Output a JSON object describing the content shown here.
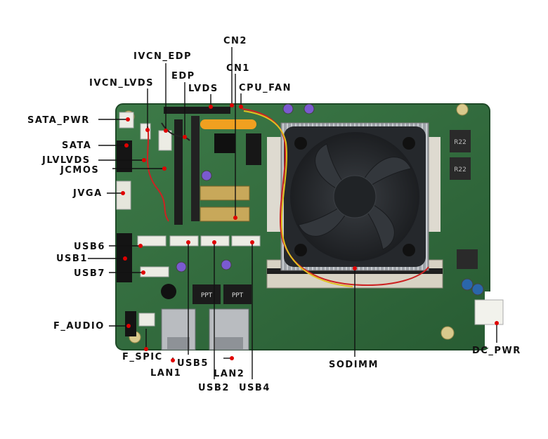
{
  "labels": {
    "cn2": "CN2",
    "ivcn_edp": "IVCN_EDP",
    "cn1": "CN1",
    "edp": "EDP",
    "ivcn_lvds": "IVCN_LVDS",
    "lvds": "LVDS",
    "cpu_fan": "CPU_FAN",
    "sata_pwr": "SATA_PWR",
    "sata": "SATA",
    "jlvlvds": "JLVLVDS",
    "jcmos": "JCMOS",
    "jvga": "JVGA",
    "usb6": "USB6",
    "usb1": "USB1",
    "usb7": "USB7",
    "f_audio": "F_AUDIO",
    "f_spic": "F_SPIC",
    "usb5": "USB5",
    "lan1": "LAN1",
    "lan2": "LAN2",
    "usb2": "USB2",
    "usb4": "USB4",
    "sodimm": "SODIMM",
    "dc_pwr": "DC_PWR"
  },
  "board_silkscreen": {
    "inductor_1": "R22",
    "inductor_2": "R22",
    "transformer_1": "PPT",
    "transformer_2": "PPT"
  },
  "colors": {
    "pcb": "#2f6a3c",
    "heatsink": "#a9adb2",
    "fan": "#2a2d31",
    "leader_line": "#111111",
    "leader_dot": "#e00000"
  }
}
